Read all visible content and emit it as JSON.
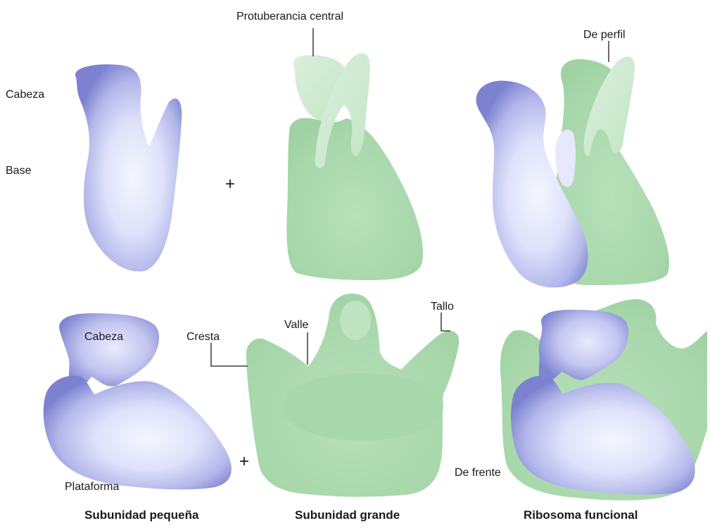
{
  "labels": {
    "protuberancia_central": "Protuberancia central",
    "de_perfil": "De perfil",
    "cabeza_top": "Cabeza",
    "base": "Base",
    "cabeza_bottom": "Cabeza",
    "cresta": "Cresta",
    "valle": "Valle",
    "tallo": "Tallo",
    "plataforma": "Plataforma",
    "de_frente": "De frente"
  },
  "operators": {
    "plus_top": "+",
    "plus_bottom": "+"
  },
  "captions": {
    "small_subunit": "Subunidad pequeña",
    "large_subunit": "Subunidad grande",
    "functional_ribosome": "Ribosoma funcional"
  },
  "colors": {
    "small_subunit": "#8a8fd6",
    "small_subunit_highlight": "#f2f4ff",
    "large_subunit": "#a5d6a7",
    "large_subunit_highlight": "#d9efdb",
    "leader_line": "#1a1a1a"
  }
}
